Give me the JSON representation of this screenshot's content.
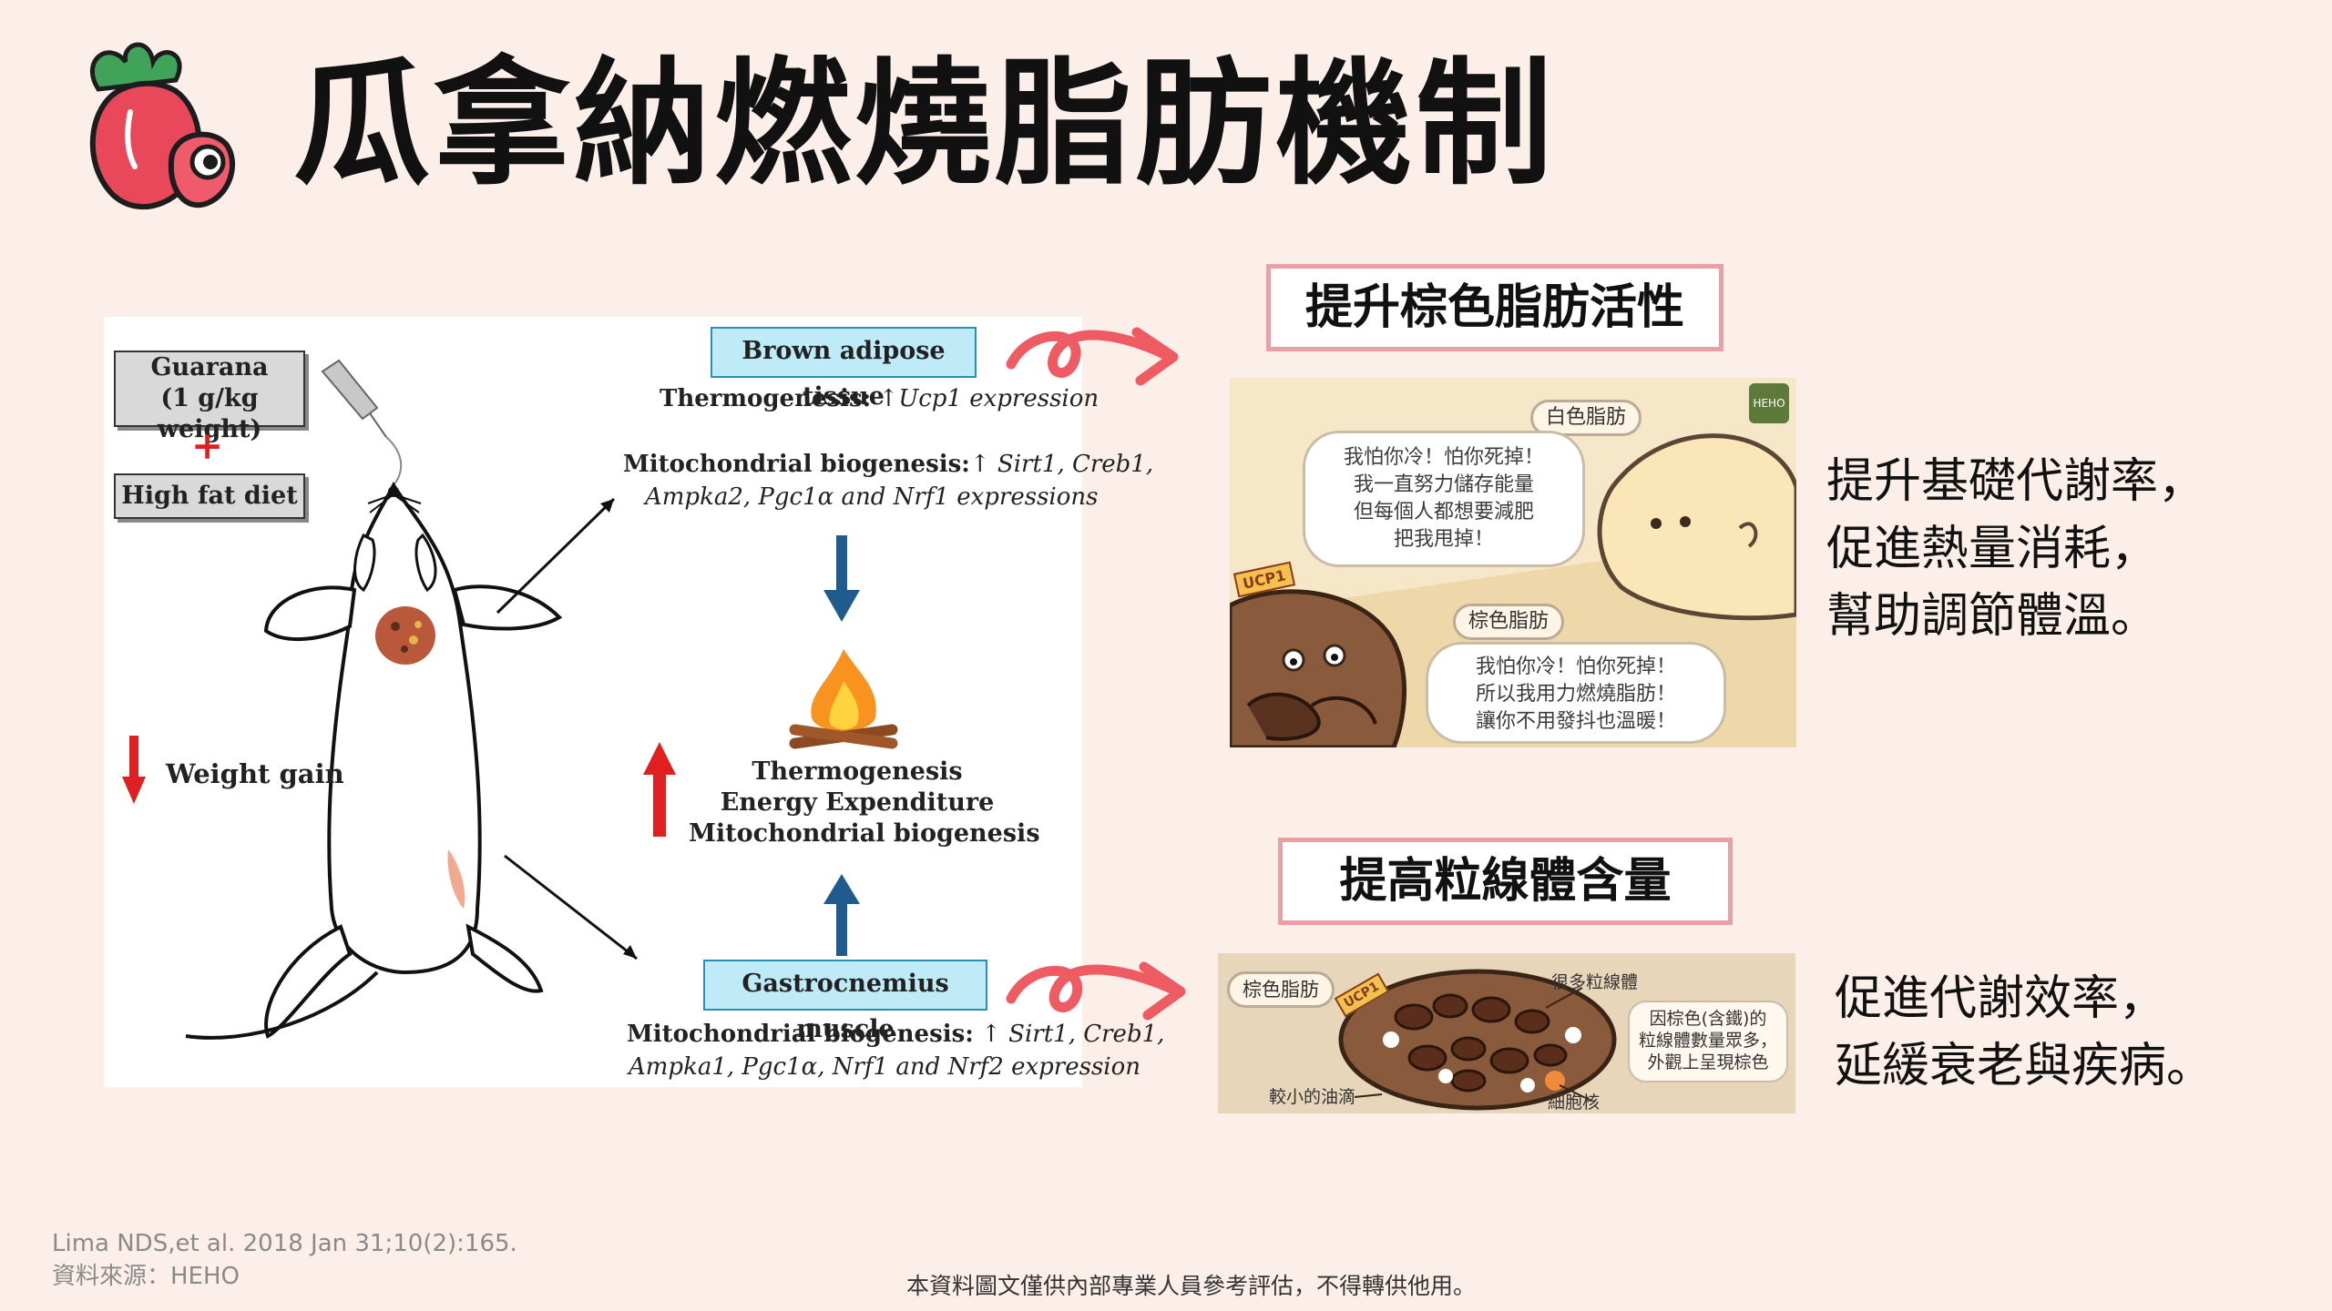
{
  "header": {
    "title": "瓜拿納燃燒脂肪機制"
  },
  "figure": {
    "guarana_label": "Guarana",
    "guarana_dose": "(1 g/kg weight)",
    "plus": "+",
    "diet_label": "High fat diet",
    "weight_gain": "Weight gain",
    "bat_label": "Brown adipose tissue",
    "bat_thermo_prefix": "Thermogenesis:",
    "bat_thermo_detail": "↑Ucp1 expression",
    "bat_mito_prefix": "Mitochondrial biogenesis:",
    "bat_mito_detail1": "↑ Sirt1, Creb1,",
    "bat_mito_detail2": "Ampka2, Pgc1α and Nrf1 expressions",
    "outcome1": "Thermogenesis",
    "outcome2": "Energy Expenditure",
    "outcome3": "Mitochondrial biogenesis",
    "muscle_label": "Gastrocnemius muscle",
    "muscle_mito_prefix": "Mitochondrial biogenesis:",
    "muscle_mito_detail1": "↑ Sirt1, Creb1,",
    "muscle_mito_detail2": "Ampka1, Pgc1α, Nrf1 and Nrf2 expression"
  },
  "section1": {
    "heading": "提升棕色脂肪活性",
    "cartoon": {
      "white_fat_tag": "白色脂肪",
      "white_fat_line1": "我怕你冷！怕你死掉！",
      "white_fat_line2": "我一直努力儲存能量",
      "white_fat_line3": "但每個人都想要減肥",
      "white_fat_line4": "把我甩掉！",
      "brown_fat_tag": "棕色脂肪",
      "brown_fat_line1": "我怕你冷！怕你死掉！",
      "brown_fat_line2": "所以我用力燃燒脂肪！",
      "brown_fat_line3": "讓你不用發抖也溫暖！",
      "ucp1_label": "UCP1",
      "brand_badge": "HEHO"
    },
    "desc_lines": [
      "提升基礎代謝率，",
      "促進熱量消耗，",
      "幫助調節體溫。"
    ]
  },
  "section2": {
    "heading": "提高粒線體含量",
    "cartoon": {
      "brown_fat_tag": "棕色脂肪",
      "ucp1_label": "UCP1",
      "mito_label": "很多粒線體",
      "color_note1": "因棕色(含鐵)的",
      "color_note2": "粒線體數量眾多，",
      "color_note3": "外觀上呈現棕色",
      "droplet_label": "較小的油滴",
      "nucleus_label": "細胞核"
    },
    "desc_lines": [
      "促進代謝效率，",
      "延緩衰老與疾病。"
    ]
  },
  "footer": {
    "citation": "Lima NDS,et al. 2018  Jan 31;10(2):165.",
    "source": "資料來源：HEHO",
    "disclaimer": "本資料圖文僅供內部專業人員參考評估，不得轉供他用。"
  },
  "colors": {
    "background": "#fcefea",
    "accent_red": "#e8485a",
    "frame_pink": "#e8a0a6",
    "arrow_blue": "#1f5b8c"
  }
}
